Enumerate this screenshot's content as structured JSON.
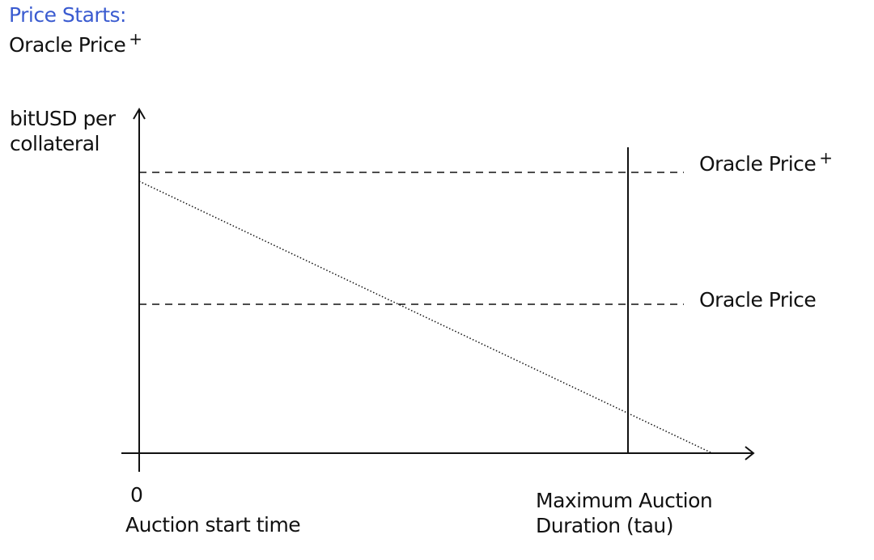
{
  "colors": {
    "header_title": "#3a5bd0",
    "text": "#111111",
    "lines": "#111111"
  },
  "header": {
    "title": "Price Starts:",
    "subtitle": "Oracle Price",
    "subtitle_sup": "+"
  },
  "axes": {
    "y_label_line1": "bitUSD per",
    "y_label_line2": "collateral",
    "x_origin_label": "0",
    "x_start_label": "Auction start time",
    "x_end_label_line1": "Maximum Auction",
    "x_end_label_line2": "Duration (tau)"
  },
  "reference_lines": {
    "upper_label": "Oracle Price",
    "upper_sup": "+",
    "middle_label": "Oracle Price"
  }
}
